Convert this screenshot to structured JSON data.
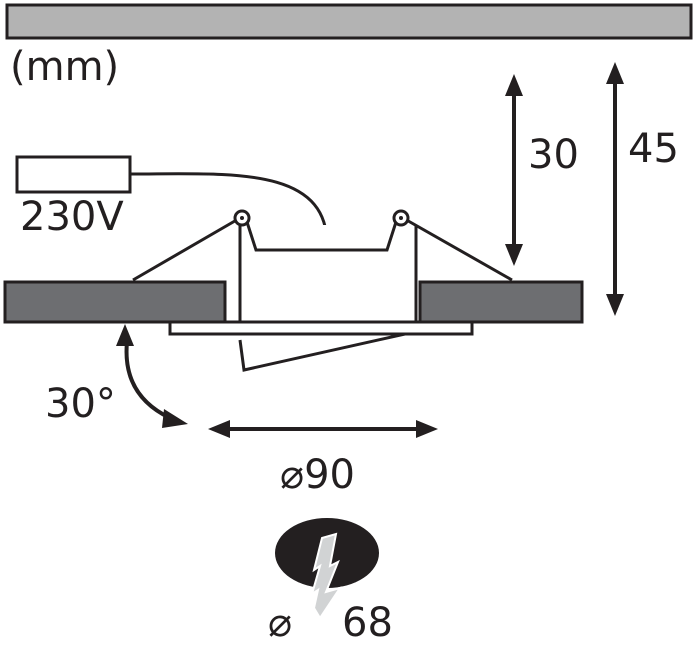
{
  "unit_label": "(mm)",
  "voltage_label": "230V",
  "dimensions": {
    "height_fixture": "30",
    "height_total": "45",
    "diameter": "⌀90",
    "tilt_angle": "30°",
    "cutout_symbol": "⌀",
    "cutout_value": "68"
  },
  "colors": {
    "ceiling": "#b3b3b3",
    "ceiling_board": "#6d6e71",
    "line": "#231f20",
    "white": "#ffffff"
  }
}
